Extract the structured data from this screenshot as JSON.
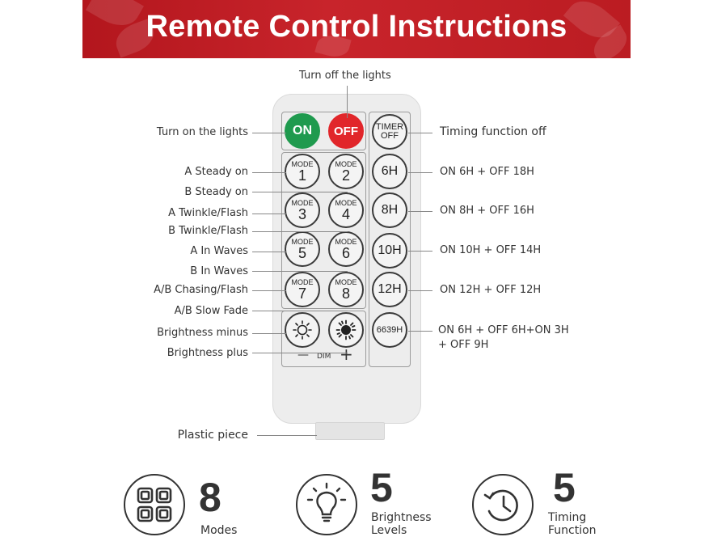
{
  "title": "Remote Control Instructions",
  "labels": {
    "turn_off": "Turn off the lights",
    "turn_on": "Turn on the lights",
    "timing_off": "Timing function off",
    "a_steady": "A Steady on",
    "b_steady": "B Steady on",
    "a_twinkle": "A Twinkle/Flash",
    "b_twinkle": "B Twinkle/Flash",
    "a_waves": "A In Waves",
    "b_waves": "B In Waves",
    "ab_chasing": "A/B Chasing/Flash",
    "ab_fade": "A/B Slow Fade",
    "bright_minus": "Brightness minus",
    "bright_plus": "Brightness plus",
    "plastic": "Plastic piece",
    "on6": "ON 6H + OFF 18H",
    "on8": "ON 8H + OFF 16H",
    "on10": "ON 10H + OFF 14H",
    "on12": "ON 12H + OFF 12H",
    "on6639_1": "ON 6H + OFF 6H+ON 3H",
    "on6639_2": "+ OFF 9H"
  },
  "buttons": {
    "on": "ON",
    "off": "OFF",
    "timer_1": "TIMER",
    "timer_2": "OFF",
    "mode": "MODE",
    "m1": "1",
    "m2": "2",
    "m3": "3",
    "m4": "4",
    "m5": "5",
    "m6": "6",
    "m7": "7",
    "m8": "8",
    "h6": "6H",
    "h8": "8H",
    "h10": "10H",
    "h12": "12H",
    "h6639": "6639H",
    "dim": "DIM",
    "minus": "—",
    "plus": "+"
  },
  "features": {
    "modes_num": "8",
    "modes_label": "Modes",
    "bright_num": "5",
    "bright_l1": "Brightness",
    "bright_l2": "Levels",
    "timing_num": "5",
    "timing_l1": "Timing",
    "timing_l2": "Function"
  }
}
